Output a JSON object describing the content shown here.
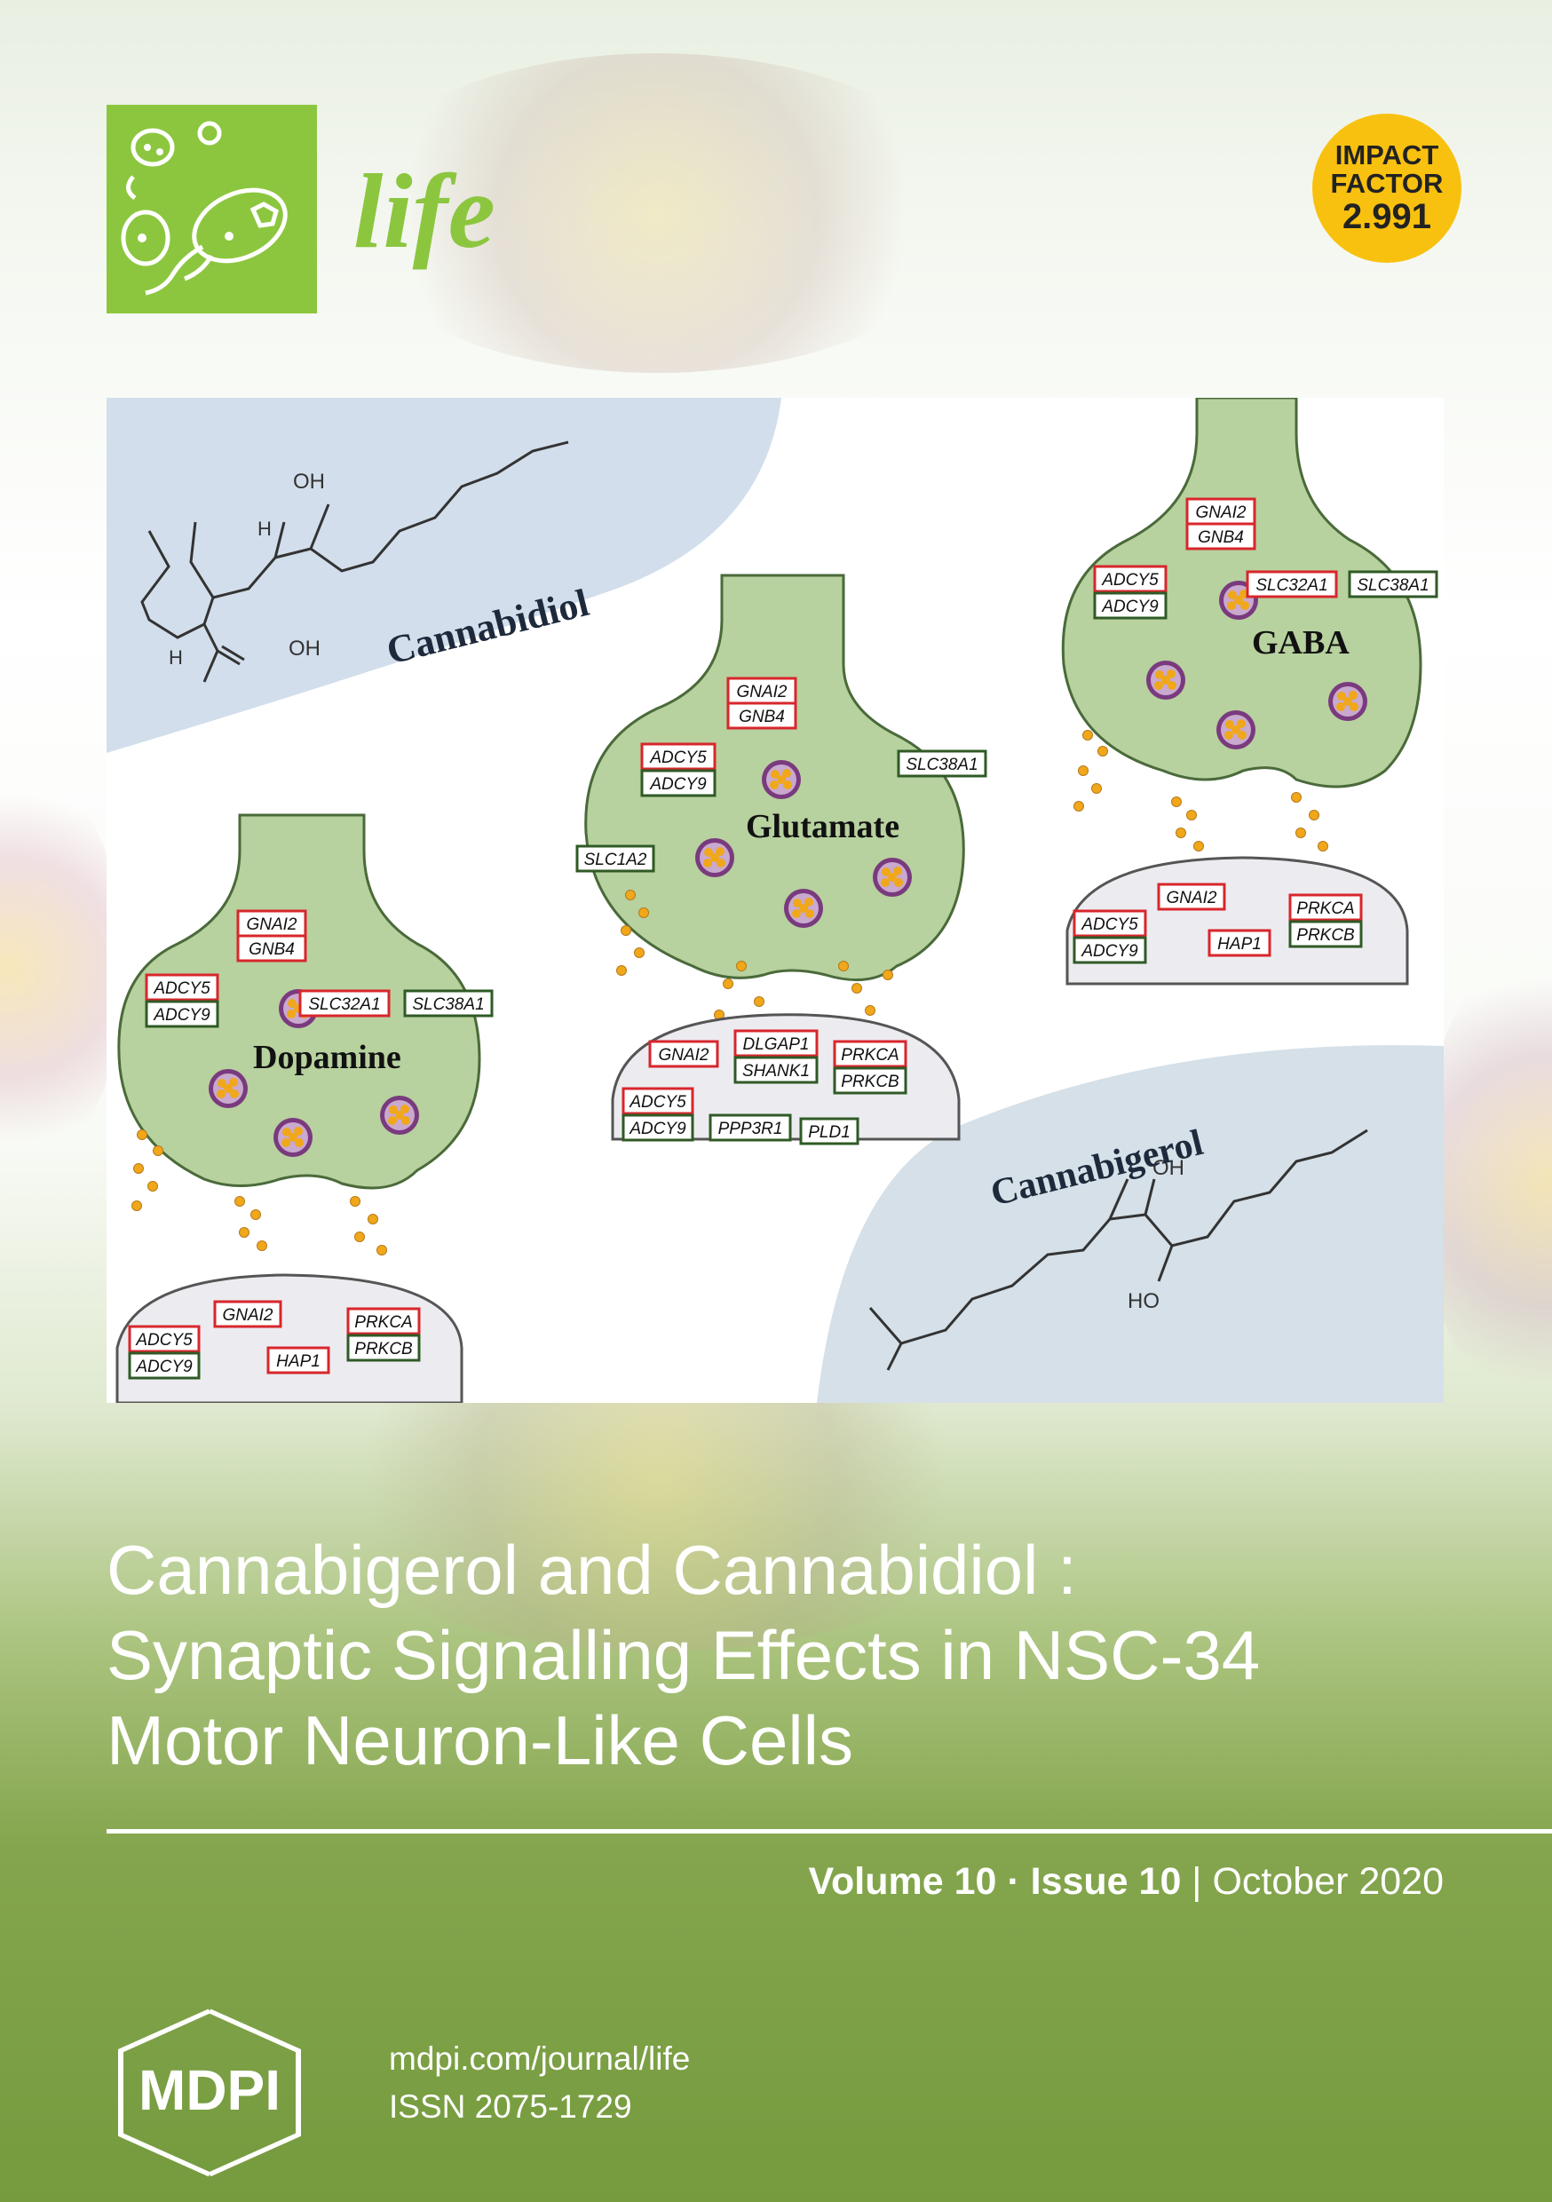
{
  "journal": {
    "name": "life"
  },
  "impact_factor": {
    "line1": "IMPACT",
    "line2": "FACTOR",
    "value": "2.991"
  },
  "figure": {
    "labels": {
      "cannabidiol": "Cannabidiol",
      "cannabigerol": "Cannabigerol",
      "glutamate": "Glutamate",
      "gaba": "GABA",
      "dopamine": "Dopamine",
      "oh": "OH",
      "h": "H",
      "ho": "HO"
    },
    "genes": {
      "gnai2": "GNAI2",
      "gnb4": "GNB4",
      "adcy5": "ADCY5",
      "adcy9": "ADCY9",
      "slc32a1": "SLC32A1",
      "slc38a1": "SLC38A1",
      "slc1a2": "SLC1A2",
      "dlgap1": "DLGAP1",
      "shank1": "SHANK1",
      "prkca": "PRKCA",
      "prkcb": "PRKCB",
      "ppp3r1": "PPP3R1",
      "pld1": "PLD1",
      "hap1": "HAP1"
    },
    "colors": {
      "red": "#d8262c",
      "green": "#2f5a26",
      "bulb": "#b7d19f",
      "vesicle": "#8b3b87",
      "dot": "#f0a81a"
    }
  },
  "title": {
    "line1": "Cannabigerol and Cannabidiol :",
    "line2": "Synaptic Signalling Effects in NSC-34",
    "line3": "Motor Neuron-Like Cells"
  },
  "issue": {
    "volume": "Volume 10",
    "sep": " · ",
    "issue": "Issue 10",
    "bar": " | ",
    "date": "October 2020"
  },
  "publisher": {
    "name": "MDPI",
    "url": "mdpi.com/journal/life",
    "issn": "ISSN 2075-1729"
  }
}
